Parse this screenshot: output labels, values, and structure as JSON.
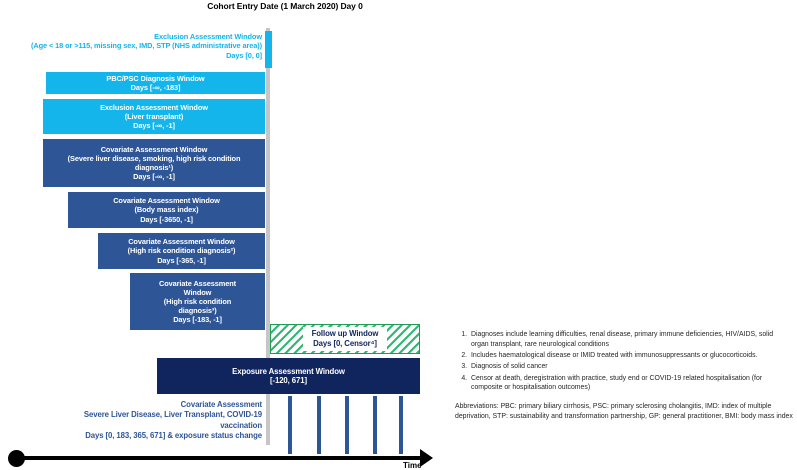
{
  "header": {
    "line1": "Cohort Entry Date",
    "line2": "(1 March 2020)",
    "line3": "Day 0"
  },
  "windows": {
    "exclusion_day0": {
      "title": "Exclusion Assessment Window",
      "detail": "(Age < 18 or >115, missing sex, IMD, STP (NHS administrative area))",
      "days": "Days [0, 0]",
      "color": "#13b5ea"
    },
    "pbc_psc": {
      "title": "PBC/PSC Diagnosis Window",
      "days": "Days [-∞, -183]",
      "color": "#13b5ea"
    },
    "exclusion_transplant": {
      "title": "Exclusion Assessment Window",
      "detail": "(Liver transplant)",
      "days": "Days [-∞, -1]",
      "color": "#13b5ea"
    },
    "covariate_severe": {
      "title": "Covariate Assessment Window",
      "detail_a": "(Severe liver disease, smoking, high risk condition",
      "detail_b": "diagnosis¹)",
      "days": "Days [-∞, -1]",
      "color": "#2e5596"
    },
    "covariate_bmi": {
      "title": "Covariate Assessment Window",
      "detail": "(Body mass index)",
      "days": "Days [-3650, -1]",
      "color": "#2e5596"
    },
    "covariate_hrc2": {
      "title": "Covariate Assessment Window",
      "detail": "(High risk condition diagnosis²)",
      "days": "Days [-365, -1]",
      "color": "#2e5596"
    },
    "covariate_hrc3": {
      "title_a": "Covariate Assessment",
      "title_b": "Window",
      "detail_a": "(High risk condition",
      "detail_b": "diagnosis³)",
      "days": "Days [-183, -1]",
      "color": "#2e5596"
    },
    "follow_up": {
      "title": "Follow up Window",
      "days": "Days [0, Censor⁴]",
      "border_color": "#1f9d55",
      "hatch_color": "#2eb872"
    },
    "exposure": {
      "title": "Exposure Assessment Window",
      "days": "[-120, 671]",
      "color": "#10255e"
    }
  },
  "covariate_caption": {
    "line1": "Covariate Assessment",
    "line2": "Severe Liver Disease, Liver Transplant, COVID-19",
    "line3": "vaccination",
    "line4": "Days [0, 183, 365,  671] & exposure status change",
    "color": "#2e5596"
  },
  "axis": {
    "label": "Time",
    "tick_count": 5
  },
  "notes": [
    "Diagnoses include learning difficulties, renal disease, primary immune deficiencies, HIV/AIDS, solid organ transplant, rare neurological conditions",
    "Includes haematological disease or IMID treated with immunosuppressants or glucocorticoids.",
    "Diagnosis of solid cancer",
    "Censor at death, deregistration with practice, study end or COVID-19 related hospitalisation (for composite or hospitalisation outcomes)"
  ],
  "abbreviations": "Abbreviations: PBC: primary biliary cirrhosis, PSC: primary sclerosing cholangitis, IMD: index of multiple deprivation, STP: sustainability and transformation partnership, GP: general practitioner, BMI: body mass index"
}
